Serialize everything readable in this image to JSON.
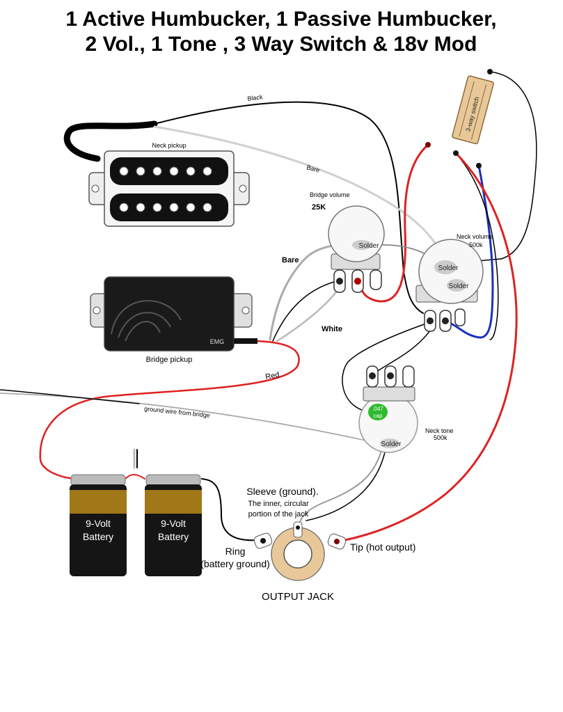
{
  "title": {
    "line1": "1 Active Humbucker, 1 Passive Humbucker,",
    "line2": "2 Vol., 1 Tone , 3 Way Switch & 18v Mod"
  },
  "neck_pickup": {
    "label": "Neck pickup"
  },
  "bridge_pickup": {
    "label": "Bridge pickup",
    "brand": "EMG"
  },
  "switch": {
    "label": "3-way switch"
  },
  "bridge_volume": {
    "label": "Bridge volume",
    "value": "25K",
    "solder": "Solder"
  },
  "neck_volume": {
    "label": "Neck volume",
    "value": "500k",
    "solder_top": "Solder",
    "solder_bottom": "Solder"
  },
  "neck_tone": {
    "label": "Neck tone",
    "value": "500k",
    "solder": "Solder",
    "cap_line1": ".047",
    "cap_line2": "cap"
  },
  "wires": {
    "black": "Black",
    "bare_top": "Bare",
    "bare_left": "Bare",
    "white": "White",
    "red": "Red",
    "ground_from_bridge": "ground wire from bridge"
  },
  "batteries": [
    {
      "line1": "9-Volt",
      "line2": "Battery"
    },
    {
      "line1": "9-Volt",
      "line2": "Battery"
    }
  ],
  "jack": {
    "label": "OUTPUT JACK",
    "sleeve_line1": "Sleeve (ground).",
    "sleeve_line2": "The inner, circular",
    "sleeve_line3": "portion of the jack",
    "ring_line1": "Ring",
    "ring_line2": "(battery ground)",
    "tip": "Tip (hot output)"
  }
}
